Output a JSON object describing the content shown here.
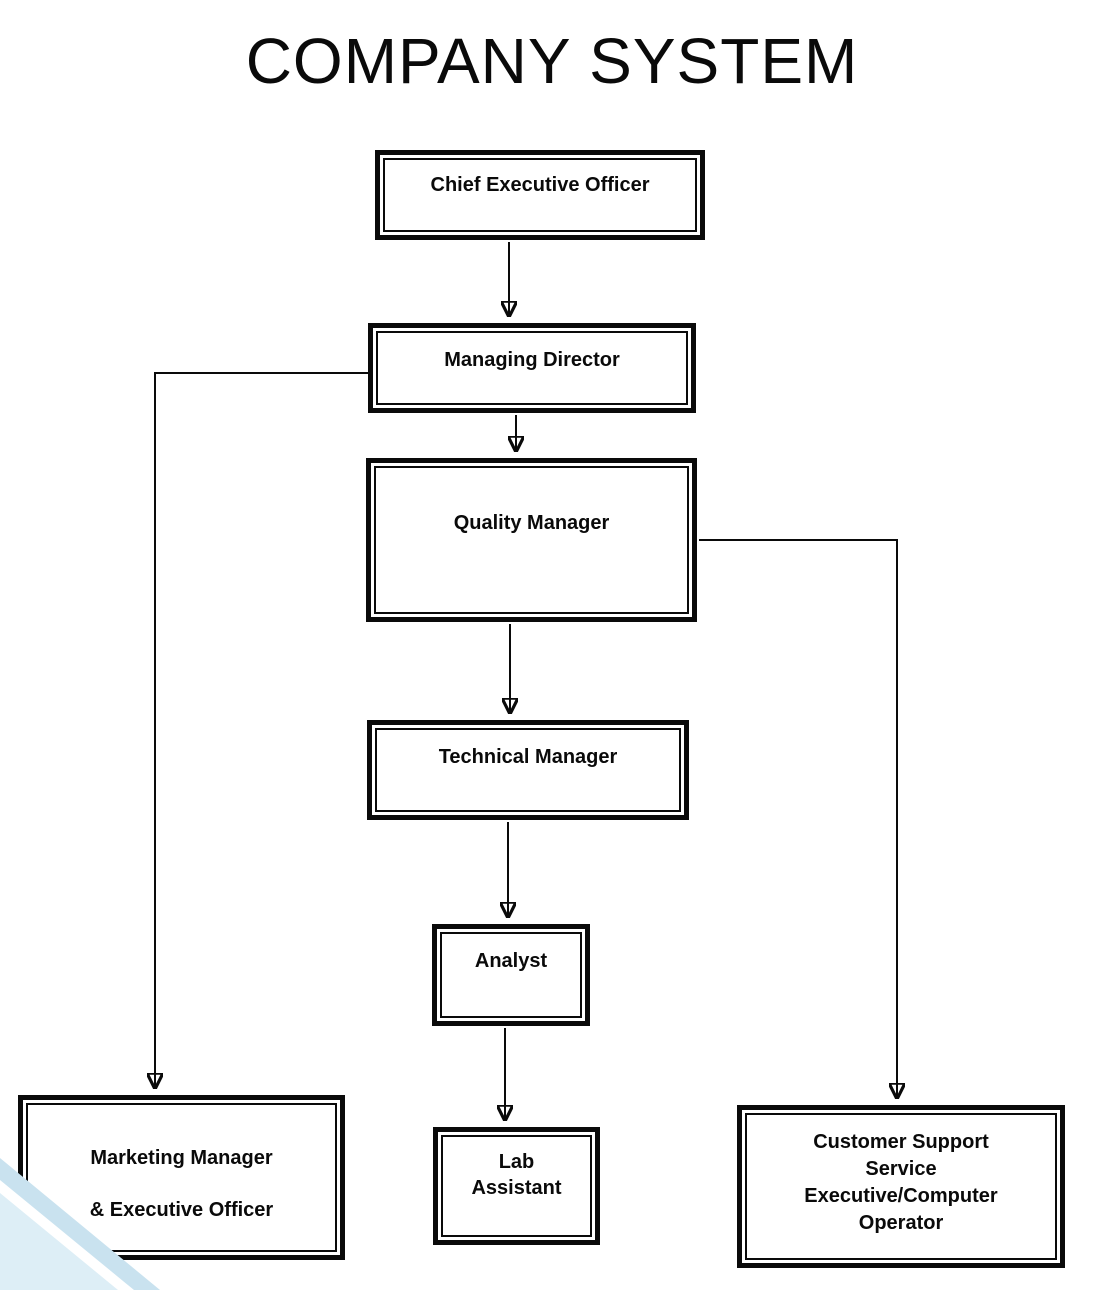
{
  "title": "COMPANY SYSTEM",
  "nodes": {
    "ceo": {
      "label": "Chief Executive Officer"
    },
    "managing_director": {
      "label": "Managing Director"
    },
    "quality_manager": {
      "label": "Quality Manager"
    },
    "technical_manager": {
      "label": "Technical Manager"
    },
    "analyst": {
      "label": "Analyst"
    },
    "lab_assistant": {
      "label": "Lab Assistant"
    },
    "marketing": {
      "lines": [
        "Marketing Manager",
        "& Executive Officer"
      ]
    },
    "customer_support": {
      "lines": [
        "Customer Support",
        "Service",
        "Executive/Computer",
        "Operator"
      ]
    }
  },
  "edges": [
    {
      "from": "Chief Executive Officer",
      "to": "Managing Director"
    },
    {
      "from": "Managing Director",
      "to": "Quality Manager"
    },
    {
      "from": "Quality Manager",
      "to": "Technical Manager"
    },
    {
      "from": "Technical Manager",
      "to": "Analyst"
    },
    {
      "from": "Analyst",
      "to": "Lab Assistant"
    },
    {
      "from": "Managing Director",
      "to": "Marketing Manager & Executive Officer"
    },
    {
      "from": "Quality Manager",
      "to": "Customer Support Service Executive/Computer Operator"
    }
  ],
  "colors": {
    "box_border": "#0a0a0a",
    "background": "#ffffff",
    "corner_triangle": "#c9e2ef"
  }
}
